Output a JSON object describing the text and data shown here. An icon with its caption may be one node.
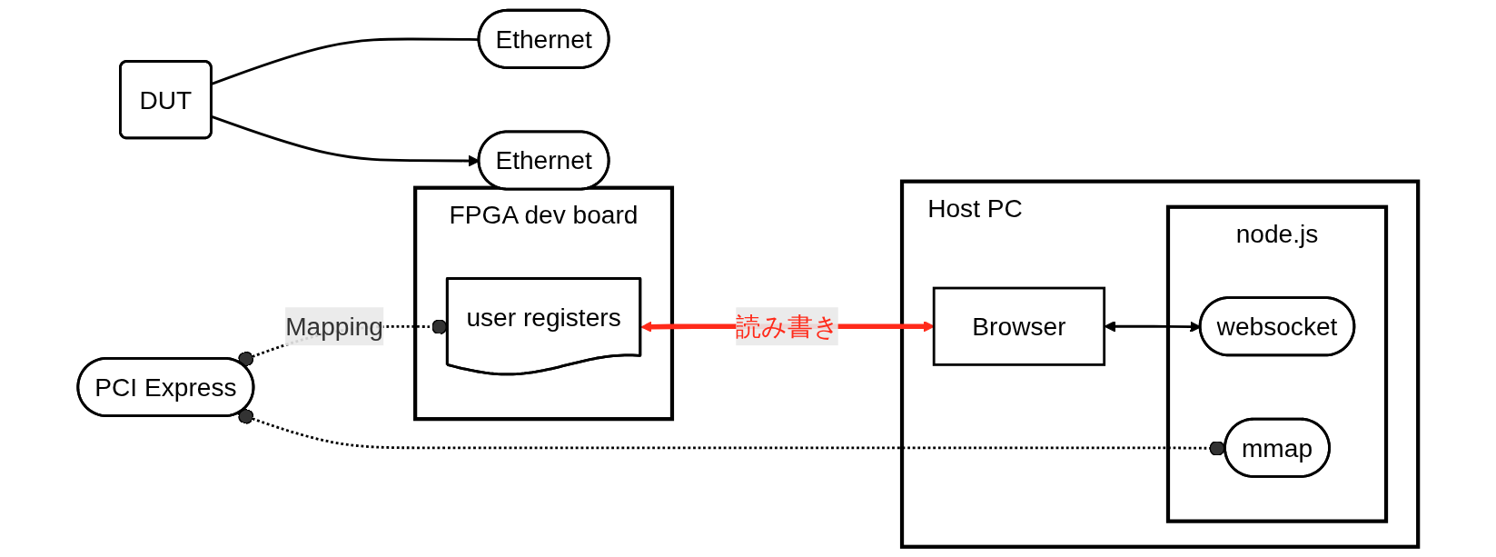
{
  "diagram": {
    "nodes": [
      {
        "text": [
          "DUT"
        ]
      },
      {
        "text": [
          "FPGA dev board"
        ]
      },
      {
        "text": [
          "Ethernet"
        ]
      },
      {
        "text": [
          "Ethernet"
        ]
      },
      {
        "text": [
          "PCI Express"
        ]
      },
      {
        "text": [
          "user registers"
        ],
        "in": 1
      },
      {
        "text": [
          "Host PC"
        ]
      },
      {
        "text": [
          "Browser"
        ],
        "in": 6
      },
      {
        "text": [
          "node.js"
        ],
        "in": 6
      },
      {
        "text": [
          "mmap"
        ],
        "in": 8
      },
      {
        "text": [
          "websocket"
        ],
        "in": 8
      }
    ],
    "edges": [
      {
        "from": 0,
        "to": 2,
        "arrow": "none"
      },
      {
        "from": 0,
        "to": 3,
        "arrow": "to"
      },
      {
        "from": 4,
        "to": 5,
        "arrow": "other",
        "style": "dashed",
        "label": "Mapping"
      },
      {
        "from": 4,
        "to": 9,
        "arrow": "other",
        "style": "dashed"
      },
      {
        "from": 5,
        "to": 7,
        "arrow": "both",
        "style": "thick",
        "color": "#ff2a1a",
        "label": "読み書き"
      },
      {
        "from": 7,
        "to": 10,
        "arrow": "both"
      }
    ]
  }
}
